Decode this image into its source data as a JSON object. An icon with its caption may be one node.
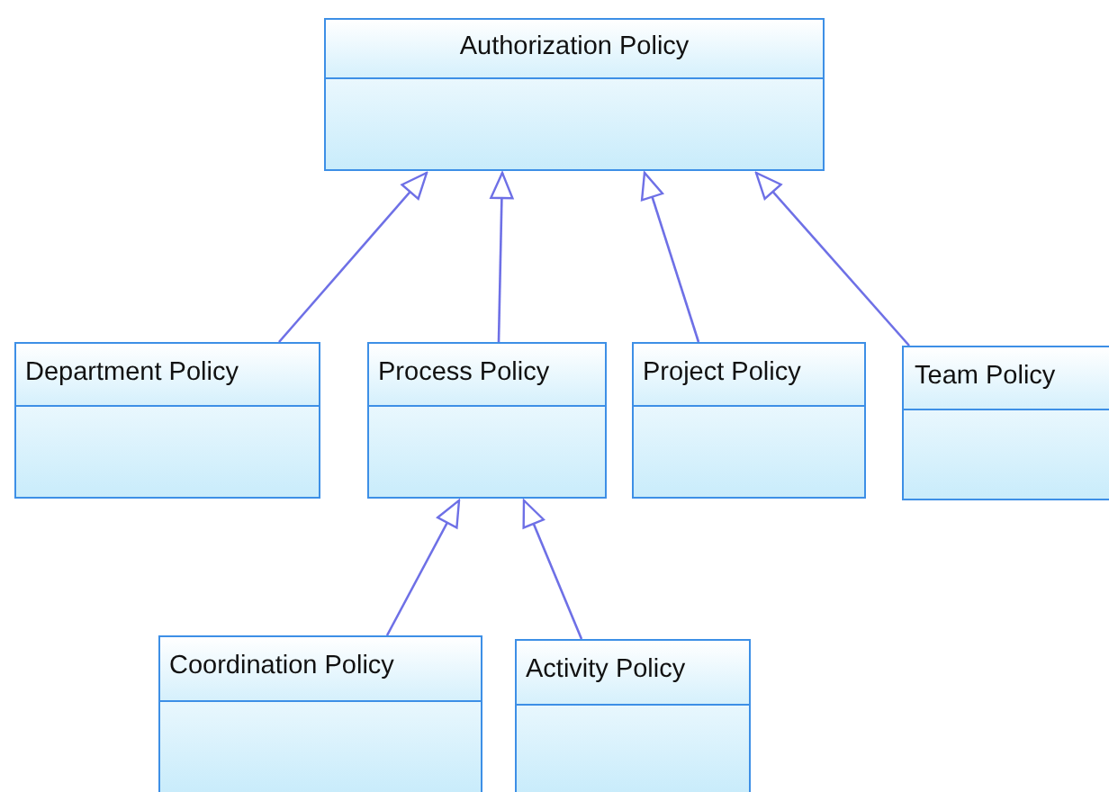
{
  "diagram": {
    "nodes": [
      {
        "text": [
          "Authorization Policy"
        ]
      },
      {
        "text": [
          "Department Policy"
        ]
      },
      {
        "text": [
          "Process Policy"
        ]
      },
      {
        "text": [
          "Project Policy"
        ]
      },
      {
        "text": [
          "Team Policy"
        ]
      },
      {
        "text": [
          "Coordination Policy"
        ]
      },
      {
        "text": [
          "Activity Policy"
        ]
      }
    ],
    "edges": [
      {
        "from": 1,
        "to": 0,
        "arrow": "to"
      },
      {
        "from": 2,
        "to": 0,
        "arrow": "to"
      },
      {
        "from": 3,
        "to": 0,
        "arrow": "to"
      },
      {
        "from": 4,
        "to": 0,
        "arrow": "to"
      },
      {
        "from": 5,
        "to": 2,
        "arrow": "to"
      },
      {
        "from": 6,
        "to": 2,
        "arrow": "to"
      }
    ]
  }
}
